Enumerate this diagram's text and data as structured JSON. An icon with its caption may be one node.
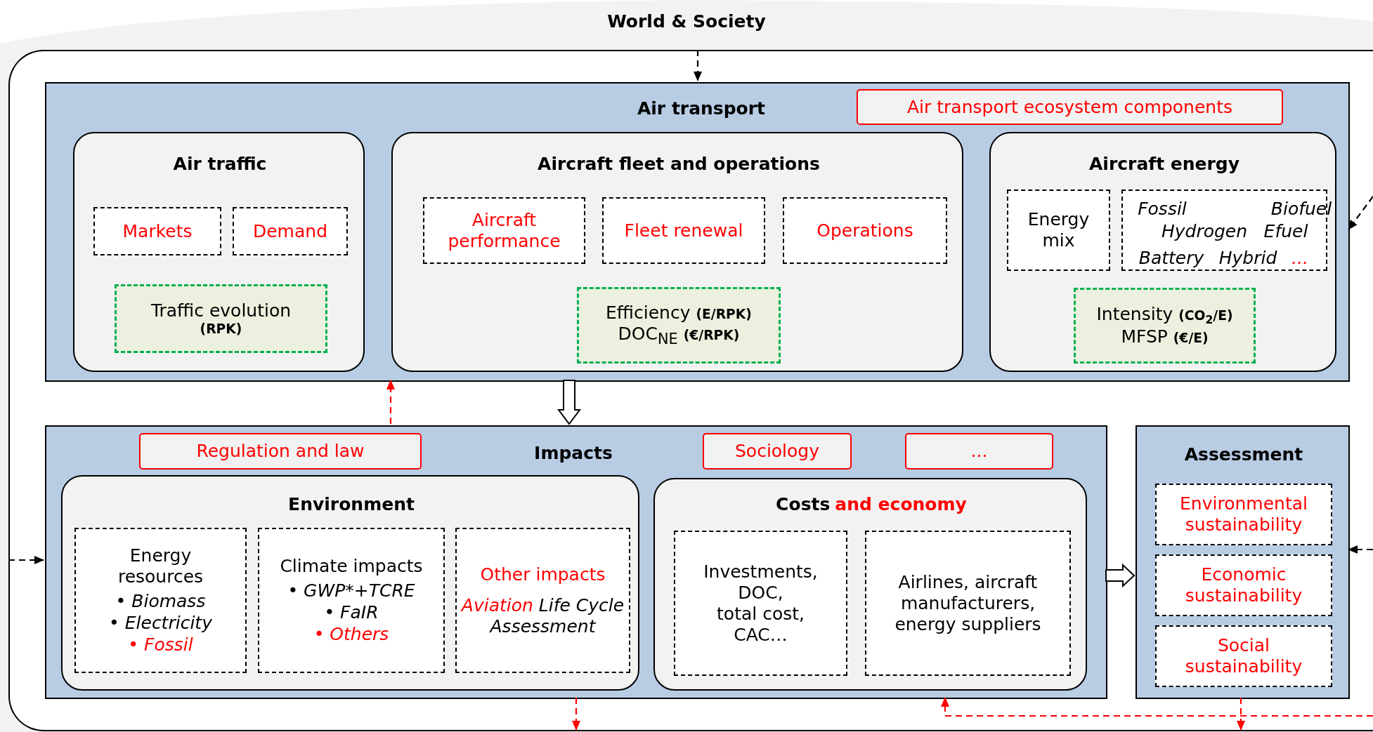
{
  "diagram": {
    "nodes": [
      {
        "text": [
          "World & Society"
        ]
      },
      {
        "text": [],
        "shape": "box",
        "in": 0
      },
      {
        "text": [
          "Air transport"
        ],
        "in": 1
      },
      {
        "text": [
          "Air transport ecosystem components"
        ],
        "in": 2
      },
      {
        "text": [
          "Air traffic"
        ],
        "in": 2
      },
      {
        "text": [
          "Markets"
        ],
        "in": 4
      },
      {
        "text": [
          "Demand"
        ],
        "in": 4
      },
      {
        "text": [
          "Traffic evolution **(RPK)**"
        ],
        "in": 4
      },
      {
        "text": [
          "Aircraft fleet and operations"
        ],
        "in": 2
      },
      {
        "text": [
          "Aircraft performance"
        ],
        "in": 8
      },
      {
        "text": [
          "Fleet renewal"
        ],
        "in": 8
      },
      {
        "text": [
          "Operations"
        ],
        "in": 8
      },
      {
        "text": [
          "Efficiency **(E/RPK)**",
          "DOC$_{NE}$ **(€/RPK)**"
        ],
        "in": 8
      },
      {
        "text": [
          "Aircraft energy"
        ],
        "in": 2
      },
      {
        "text": [
          "Energy mix"
        ],
        "in": 13
      },
      {
        "text": [
          "Fossil",
          "Biofuel",
          "Hydrogen",
          "Efuel",
          "Battery",
          "Hybrid",
          "..."
        ],
        "in": 13
      },
      {
        "text": [
          "Intensity **(CO$_{2}$/E)**",
          "MFSP **(€/E)**"
        ],
        "in": 13
      },
      {
        "text": [
          "Impacts"
        ],
        "in": 1
      },
      {
        "text": [
          "Regulation and law"
        ],
        "in": 17
      },
      {
        "text": [
          "Sociology"
        ],
        "in": 17
      },
      {
        "text": [
          "..."
        ],
        "in": 17
      },
      {
        "text": [
          "Environment"
        ],
        "in": 17
      },
      {
        "text": [
          "Energy resources",
          "• Biomass",
          "• Electricity",
          "• Fossil"
        ],
        "in": 21
      },
      {
        "text": [
          "Climate impacts",
          "• GWP*+TCRE",
          "• FaIR",
          "• Others"
        ],
        "in": 21
      },
      {
        "text": [
          "Other impacts",
          "*Aviation* Life Cycle Assessment"
        ],
        "in": 21
      },
      {
        "text": [
          "Costs",
          "and economy"
        ],
        "in": 17
      },
      {
        "text": [
          "Investments,",
          "DOC,",
          "total cost,",
          "CAC…"
        ],
        "in": 25
      },
      {
        "text": [
          "Airlines, aircraft manufacturers, energy suppliers"
        ],
        "in": 25
      },
      {
        "text": [
          "Assessment"
        ],
        "in": 1
      },
      {
        "text": [
          "Environmental sustainability"
        ],
        "in": 28
      },
      {
        "text": [
          "Economic sustainability"
        ],
        "in": 28
      },
      {
        "text": [
          "Social sustainability"
        ],
        "in": 28
      }
    ],
    "edges": [
      {
        "from": 1,
        "to": 2,
        "arrow": "to",
        "style": "dashed"
      },
      {
        "from": null,
        "to": 2,
        "arrow": "to",
        "style": "dashed"
      },
      {
        "from": 2,
        "to": 17,
        "arrow": "to",
        "style": "thick"
      },
      {
        "from": 17,
        "to": 2,
        "arrow": "to",
        "style": "dashed",
        "color": "#ff0000"
      },
      {
        "from": 1,
        "to": 17,
        "arrow": "to",
        "style": "dashed"
      },
      {
        "from": 17,
        "to": 28,
        "arrow": "to",
        "style": "thick"
      },
      {
        "from": null,
        "to": 28,
        "arrow": "to",
        "style": "dashed"
      },
      {
        "from": 17,
        "to": null,
        "arrow": "to",
        "style": "dashed",
        "color": "#ff0000"
      },
      {
        "from": 28,
        "to": null,
        "arrow": "to",
        "style": "dashed",
        "color": "#ff0000"
      },
      {
        "from": null,
        "to": 17,
        "arrow": "to",
        "style": "dashed",
        "color": "#ff0000"
      }
    ]
  }
}
